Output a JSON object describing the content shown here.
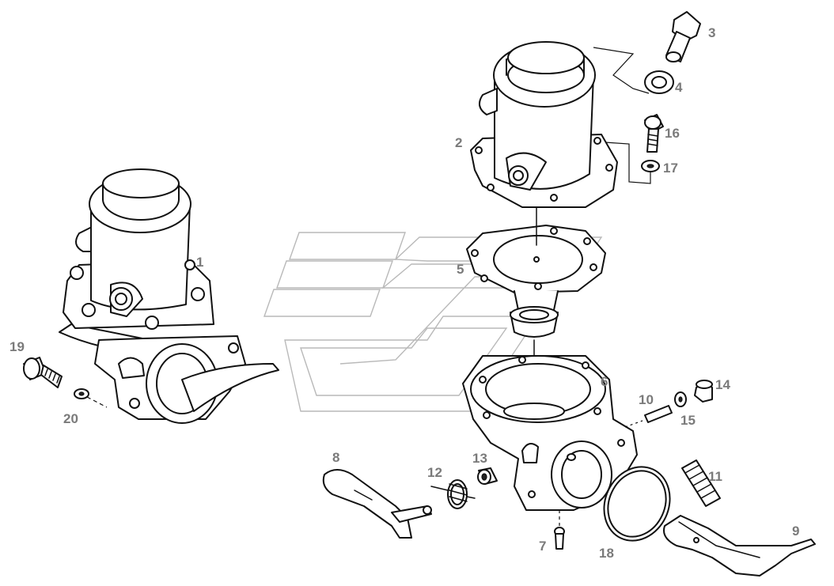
{
  "labels": [
    "1",
    "2",
    "3",
    "4",
    "5",
    "6",
    "7",
    "8",
    "9",
    "10",
    "11",
    "12",
    "13",
    "14",
    "15",
    "16",
    "17",
    "18",
    "19",
    "20"
  ],
  "colors": {
    "line": "#111111",
    "label": "#7a7a7a",
    "watermark": "#b9b9b9"
  }
}
